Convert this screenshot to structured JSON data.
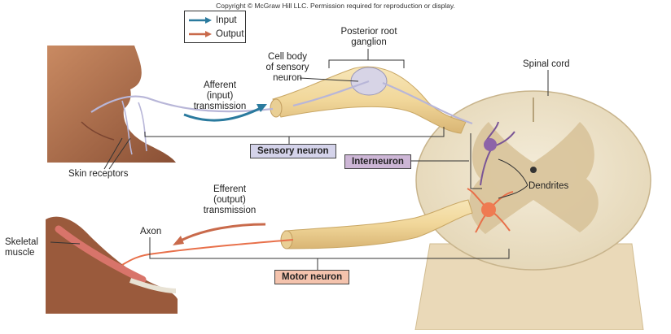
{
  "copyright": "Copyright © McGraw Hill LLC. Permission required for reproduction or display.",
  "legend": {
    "input_label": "Input",
    "output_label": "Output",
    "input_color": "#2a7a9e",
    "output_color": "#c96a4b"
  },
  "labels": {
    "posterior_root_ganglion": [
      "Posterior root",
      "ganglion"
    ],
    "cell_body": [
      "Cell body",
      "of sensory",
      "neuron"
    ],
    "afferent": [
      "Afferent",
      "(input)",
      "transmission"
    ],
    "spinal_cord": "Spinal cord",
    "skin_receptors": "Skin receptors",
    "sensory_neuron": "Sensory neuron",
    "interneuron": "Interneuron",
    "dendrites": "Dendrites",
    "efferent": [
      "Efferent",
      "(output)",
      "transmission"
    ],
    "axon": "Axon",
    "skeletal_muscle": [
      "Skeletal",
      "muscle"
    ],
    "motor_neuron": "Motor neuron"
  },
  "colors": {
    "sensory_box": "#d4d3ea",
    "interneuron_box": "#cdb6d6",
    "motor_box": "#f4c3ad",
    "nerve": "#f2d9a0",
    "spinal_cord": "#efe4cc"
  }
}
